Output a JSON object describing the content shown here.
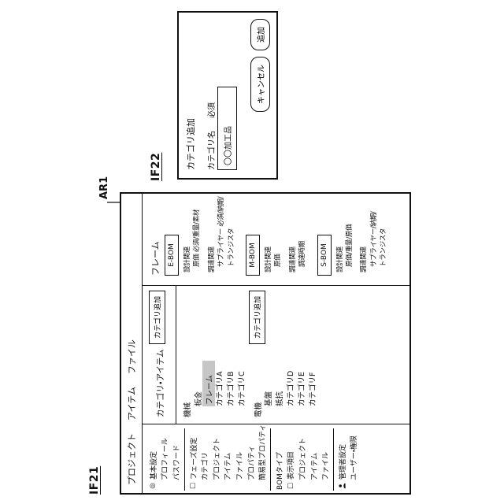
{
  "colors": {
    "line": "#111111",
    "selection_highlight": "#c6c6c6",
    "background": "#ffffff"
  },
  "refs": {
    "window_ref": "IF21",
    "dialog_ref": "IF22",
    "area_ref": "AR1"
  },
  "menu": {
    "items": [
      "プロジェクト",
      "アイテム",
      "ファイル"
    ]
  },
  "sidebar_items": [
    {
      "icon": "◎",
      "label": "基本設定"
    },
    {
      "label": "プロフィール"
    },
    {
      "label": "パスワード"
    },
    {
      "icon": "□",
      "label": "フェーズ設定"
    },
    {
      "label": "カテゴリ"
    },
    {
      "label": "プロジェクト"
    },
    {
      "label": "アイテム"
    },
    {
      "label": "ファイル"
    },
    {
      "label": "プロパティ"
    },
    {
      "label": "簡易型プロパティ"
    },
    {
      "label": "BOMタイプ"
    },
    {
      "icon": "□",
      "label": "表示項目"
    },
    {
      "label": "プロジェクト"
    },
    {
      "label": "アイテム"
    },
    {
      "label": "ファイル"
    },
    {
      "icon_name": "person-icon",
      "label": "管理者設定"
    },
    {
      "label": "ユーザー・権限"
    }
  ],
  "category_panel": {
    "title": "カテゴリ・アイテム",
    "add_button_label": "カテゴリ追加"
  },
  "category_tree": [
    {
      "label": "機械",
      "level": 0
    },
    {
      "label": "板金",
      "level": 1
    },
    {
      "label": "フレーム",
      "level": 1,
      "selected": true
    },
    {
      "label": "カテゴリA",
      "level": 1
    },
    {
      "label": "カテゴリB",
      "level": 1
    },
    {
      "label": "カテゴリC",
      "level": 1
    },
    {
      "label": "電機",
      "level": 0
    },
    {
      "label": "基盤",
      "level": 1
    },
    {
      "label": "抵抗",
      "level": 1
    },
    {
      "label": "カテゴリD",
      "level": 1
    },
    {
      "label": "カテゴリE",
      "level": 1
    },
    {
      "label": "カテゴリF",
      "level": 1
    }
  ],
  "detail": {
    "title": "フレーム",
    "blocks": [
      {
        "bom": "E-BOM",
        "design_header": "設計関連",
        "design_lines": [
          "原価 必須/重量/素材"
        ],
        "procure_header": "調達関連",
        "procure_lines": [
          "サプライヤー 必須/納期/",
          "トランジスタ"
        ]
      },
      {
        "bom": "M-BOM",
        "design_header": "設計関連",
        "design_lines": [
          "原価"
        ],
        "procure_header": "調達関連",
        "procure_lines": [
          "調達時期"
        ]
      },
      {
        "bom": "S-BOM",
        "design_header": "設計関連",
        "design_lines": [
          "原価/重量/原価"
        ],
        "procure_header": "調達関連",
        "procure_lines": [
          "サプライヤー/納期/",
          "トランジスタ"
        ]
      }
    ]
  },
  "dialog": {
    "title": "カテゴリ追加",
    "field_label": "カテゴリ名",
    "required_badge": "必須",
    "input_value": "〇〇加工品",
    "cancel_label": "キャンセル",
    "add_label": "追加"
  }
}
